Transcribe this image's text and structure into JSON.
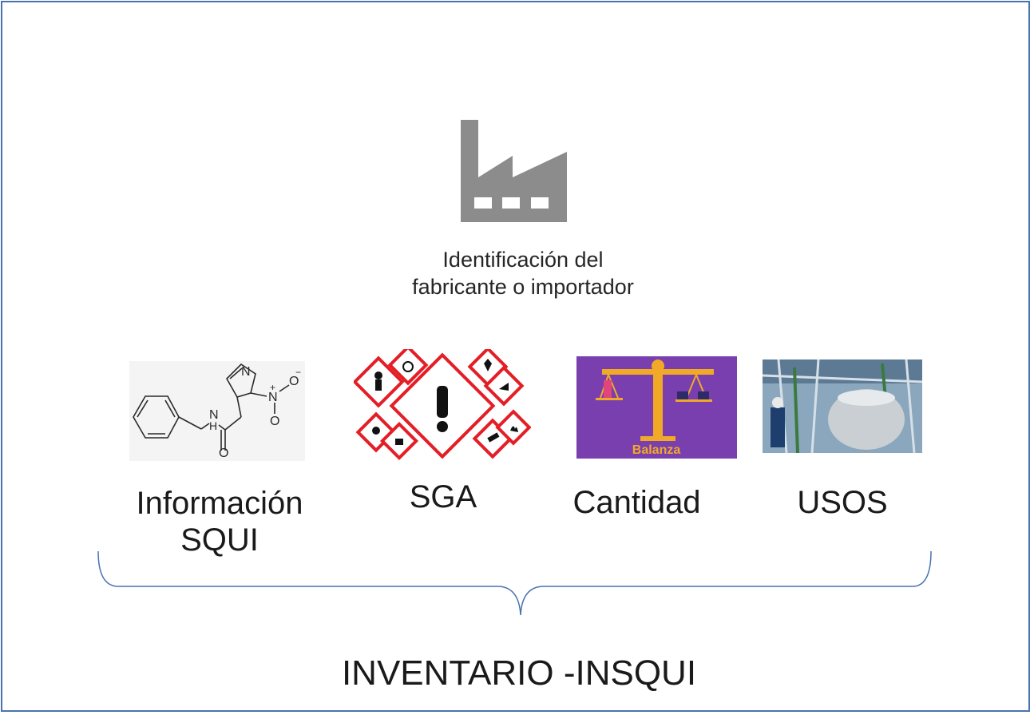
{
  "header": {
    "line1": "Identificación del",
    "line2": "fabricante o importador"
  },
  "items": [
    {
      "label_line1": "Información",
      "label_line2": "SQUI",
      "icon": "molecule-structure-icon"
    },
    {
      "label_line1": "SGA",
      "icon": "ghs-hazard-pictograms-icon"
    },
    {
      "label_line1": "Cantidad",
      "icon": "balance-scale-icon",
      "caption": "Balanza"
    },
    {
      "label_line1": "USOS",
      "icon": "industrial-plant-photo-icon"
    }
  ],
  "molecule": {
    "n": "N",
    "n2": "N",
    "nh": "H",
    "o1": "O",
    "o2": "O",
    "o3": "O",
    "plus": "+",
    "minus": "−"
  },
  "footer": {
    "title": "INVENTARIO -INSQUI"
  },
  "colors": {
    "frame": "#4a72b0",
    "factory": "#8c8c8c",
    "scale_bg": "#7a3fae",
    "scale_fg": "#f1a928",
    "hazard_red": "#e41e26"
  }
}
